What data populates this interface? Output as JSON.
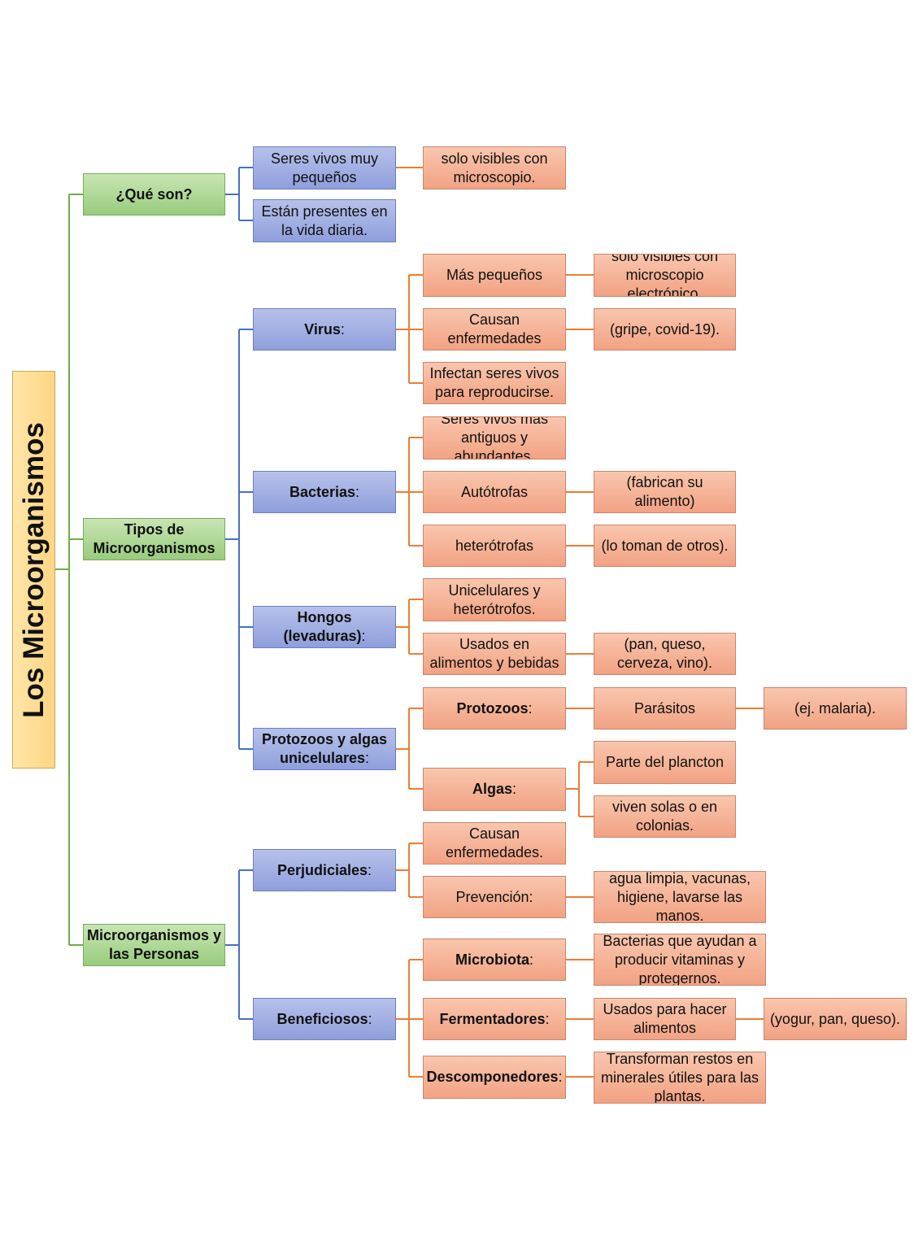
{
  "title": "Los Microorganismos",
  "colors": {
    "green": "#98cc7c",
    "blue": "#8f9fdc",
    "orange": "#f2a283",
    "root": "#fdd585",
    "wire_green": "#70ad47",
    "wire_blue": "#4472c4",
    "wire_orange": "#ed7d31"
  },
  "nodes": {
    "que_son": {
      "text": "¿Qué son?"
    },
    "tipos": {
      "text": "Tipos de Microorganismos"
    },
    "personas": {
      "text": "Microorganismos y las Personas"
    },
    "seres_vivos": {
      "text": "Seres vivos muy pequeños"
    },
    "presentes": {
      "text": "Están presentes en la vida diaria."
    },
    "solo_visibles": {
      "text": "solo visibles con microscopio."
    },
    "virus": {
      "text": "Virus",
      "suffix": ":"
    },
    "mas_pequenos": {
      "text": "Más pequeños"
    },
    "electronico": {
      "text": "solo visibles con microscopio electrónico."
    },
    "causan_enf": {
      "text": "Causan enfermedades"
    },
    "gripe": {
      "text": "(gripe, covid-19)."
    },
    "infectan": {
      "text": "Infectan seres vivos para reproducirse."
    },
    "bacterias": {
      "text": "Bacterias",
      "suffix": ":"
    },
    "antiguos": {
      "text": "Seres vivos más antiguos y abundantes."
    },
    "autotrofas": {
      "text": "Autótrofas"
    },
    "fabrican": {
      "text": "(fabrican su alimento)"
    },
    "heterotrofas": {
      "text": "heterótrofas"
    },
    "lo_toman": {
      "text": "(lo toman de otros)."
    },
    "hongos": {
      "text": "Hongos (levaduras)",
      "suffix": ":"
    },
    "unicelulares": {
      "text": "Unicelulares y heterótrofos."
    },
    "usados": {
      "text": "Usados en alimentos y bebidas"
    },
    "pan_queso": {
      "text": "(pan, queso, cerveza, vino)."
    },
    "protozoos_algas": {
      "text": "Protozoos y algas unicelulares",
      "suffix": ":"
    },
    "protozoos": {
      "text": "Protozoos",
      "suffix": ":"
    },
    "parasitos": {
      "text": "Parásitos"
    },
    "malaria": {
      "text": "(ej. malaria)."
    },
    "algas": {
      "text": "Algas",
      "suffix": ":"
    },
    "plancton": {
      "text": "Parte del plancton"
    },
    "colonias": {
      "text": "viven solas o en colonias."
    },
    "perjudiciales": {
      "text": "Perjudiciales",
      "suffix": ":"
    },
    "causan_enf2": {
      "text": "Causan enfermedades."
    },
    "prevencion": {
      "text": "Prevención:"
    },
    "agua": {
      "text": "agua limpia, vacunas, higiene, lavarse las manos."
    },
    "beneficiosos": {
      "text": "Beneficiosos",
      "suffix": ":"
    },
    "microbiota": {
      "text": "Microbiota",
      "suffix": ":"
    },
    "bacterias_ayudan": {
      "text": "Bacterias que ayudan a producir vitaminas y protegernos."
    },
    "fermentadores": {
      "text": "Fermentadores",
      "suffix": ":"
    },
    "usados_hacer": {
      "text": "Usados para hacer alimentos"
    },
    "yogur": {
      "text": "(yogur, pan, queso)."
    },
    "descomponedores": {
      "text": "Descomponedores",
      "suffix": ":"
    },
    "transforman": {
      "text": "Transforman restos en minerales útiles para las plantas."
    }
  }
}
